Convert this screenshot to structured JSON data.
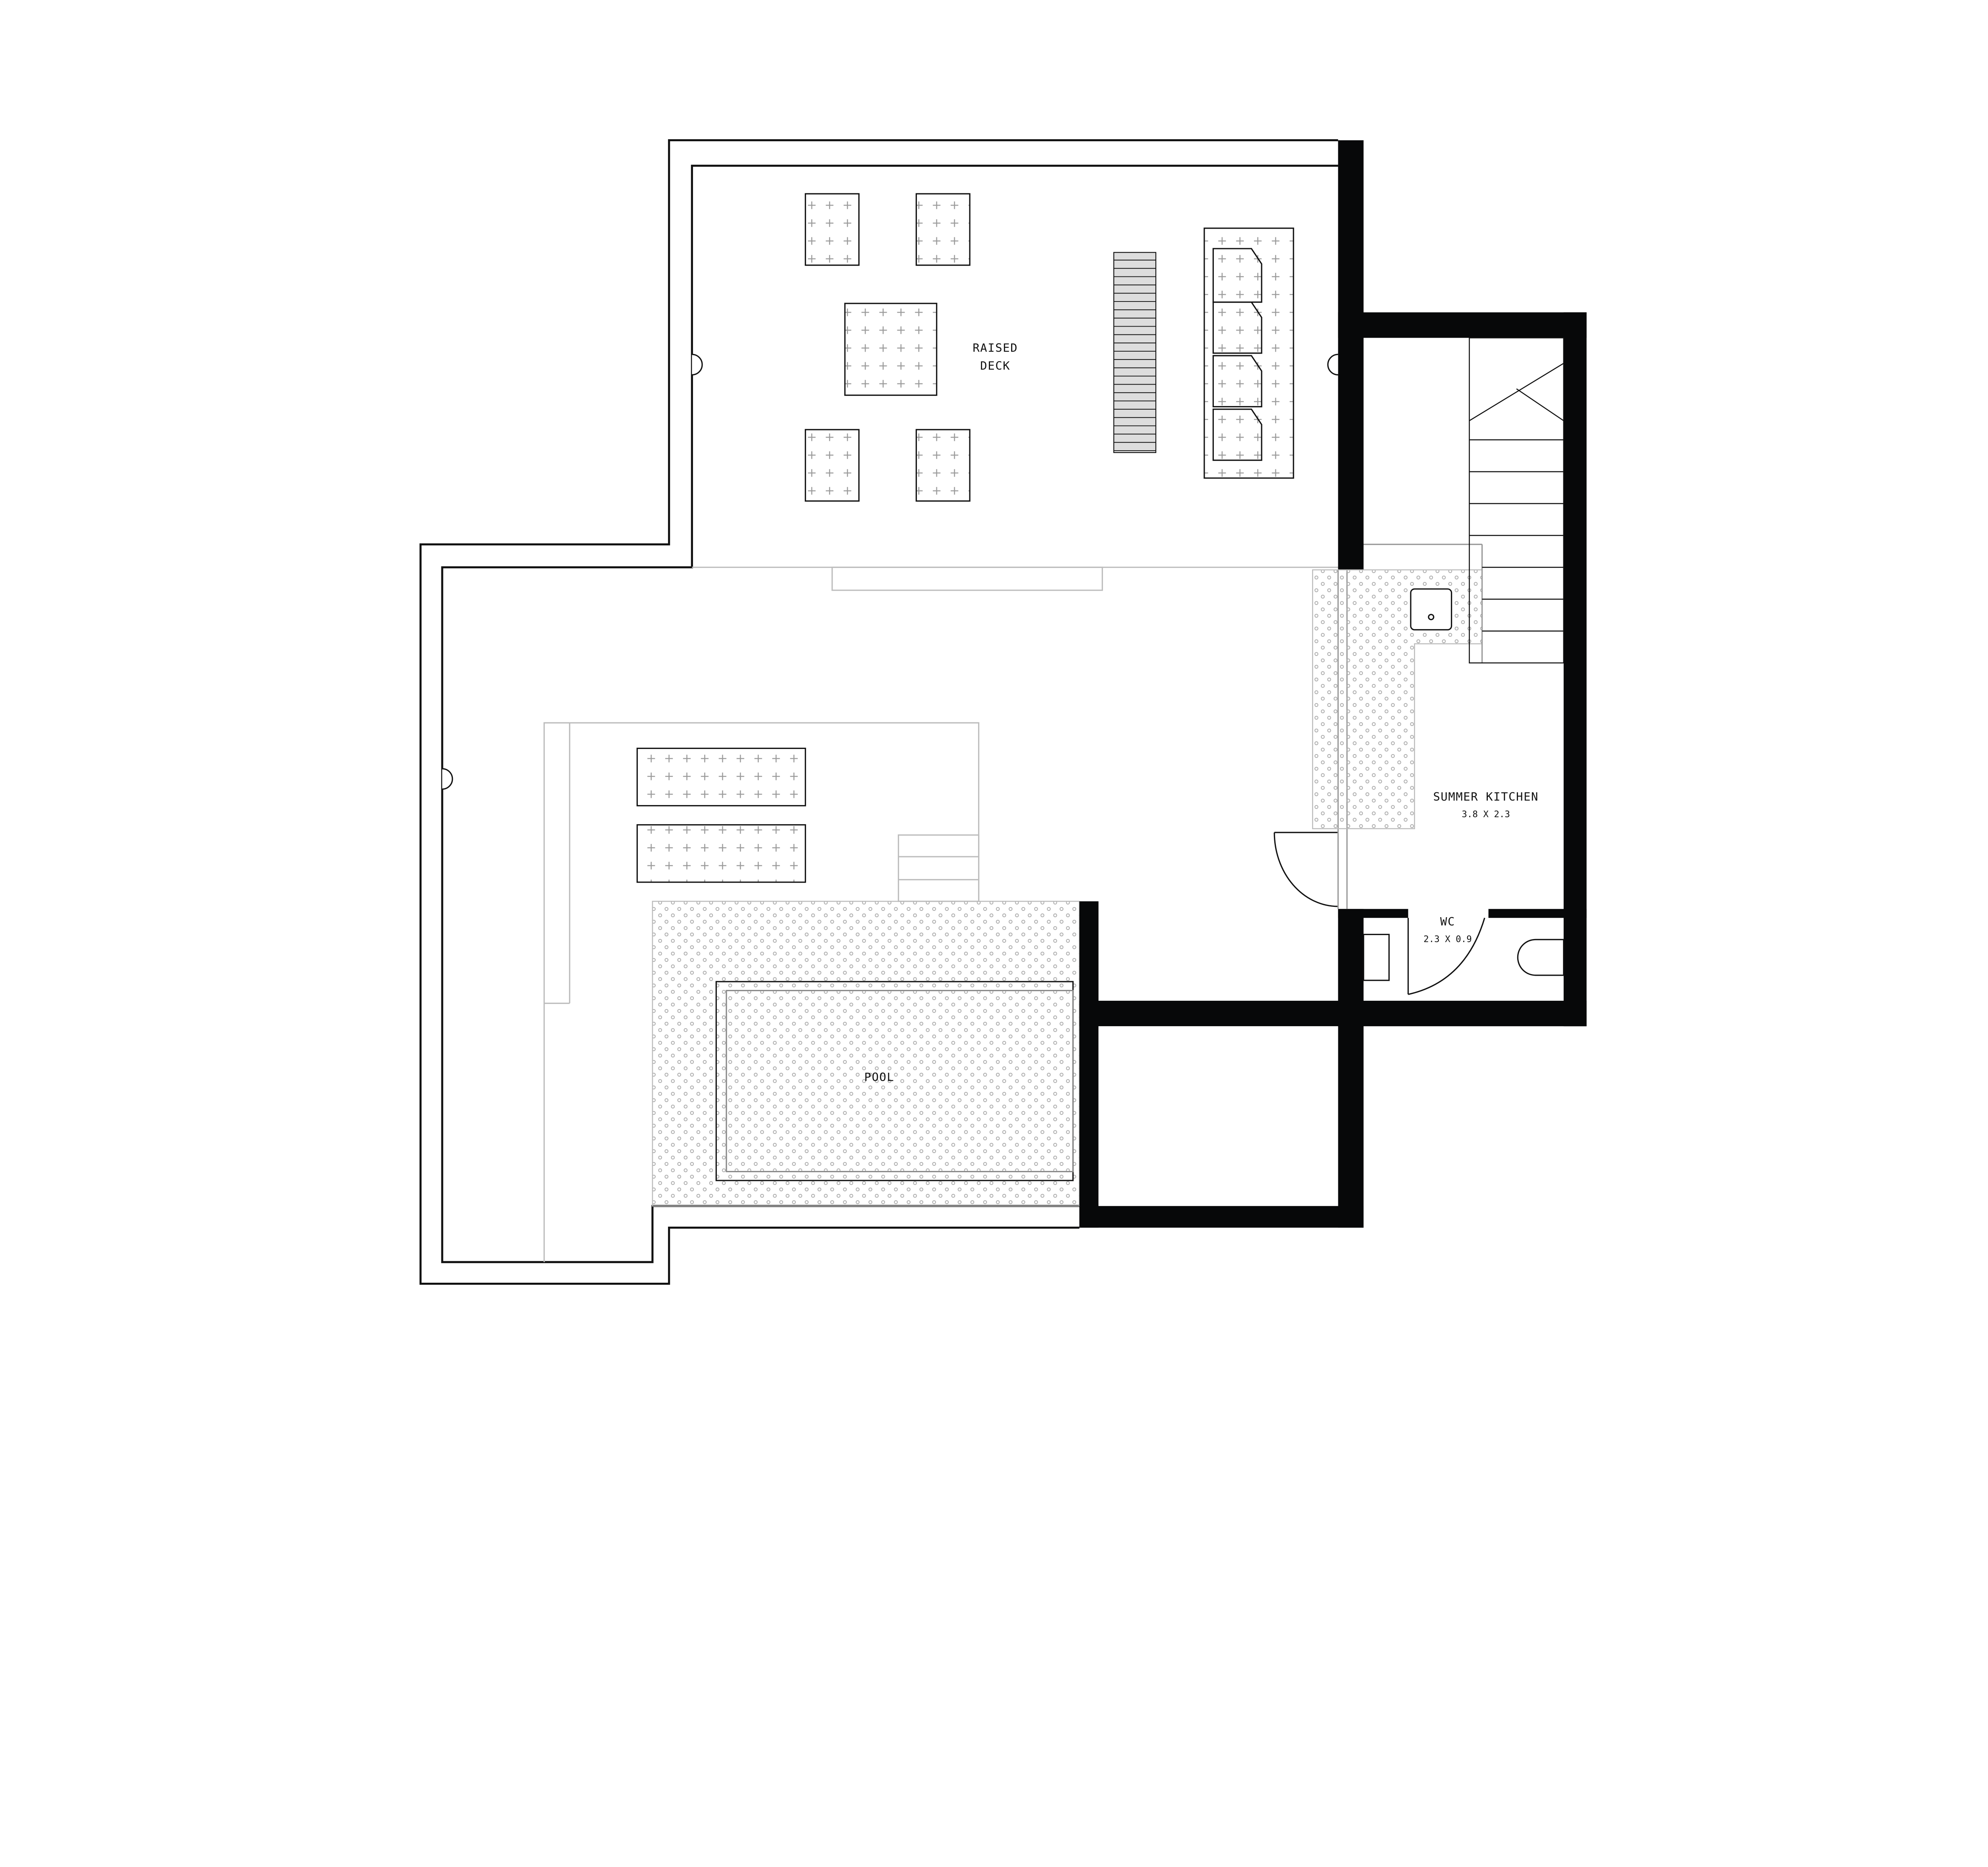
{
  "rooms": {
    "raised_deck": {
      "line1": "RAISED",
      "line2": "DECK"
    },
    "summer_kitchen": {
      "name": "SUMMER KITCHEN",
      "size": "3.8 X 2.3"
    },
    "wc": {
      "name": "WC",
      "size": "2.3 X 0.9"
    },
    "pool": {
      "name": "POOL"
    }
  },
  "colors": {
    "wall": "#070809",
    "pattern": "#9a9a9a",
    "line": "#111111",
    "light_line": "#bdbdbd"
  }
}
